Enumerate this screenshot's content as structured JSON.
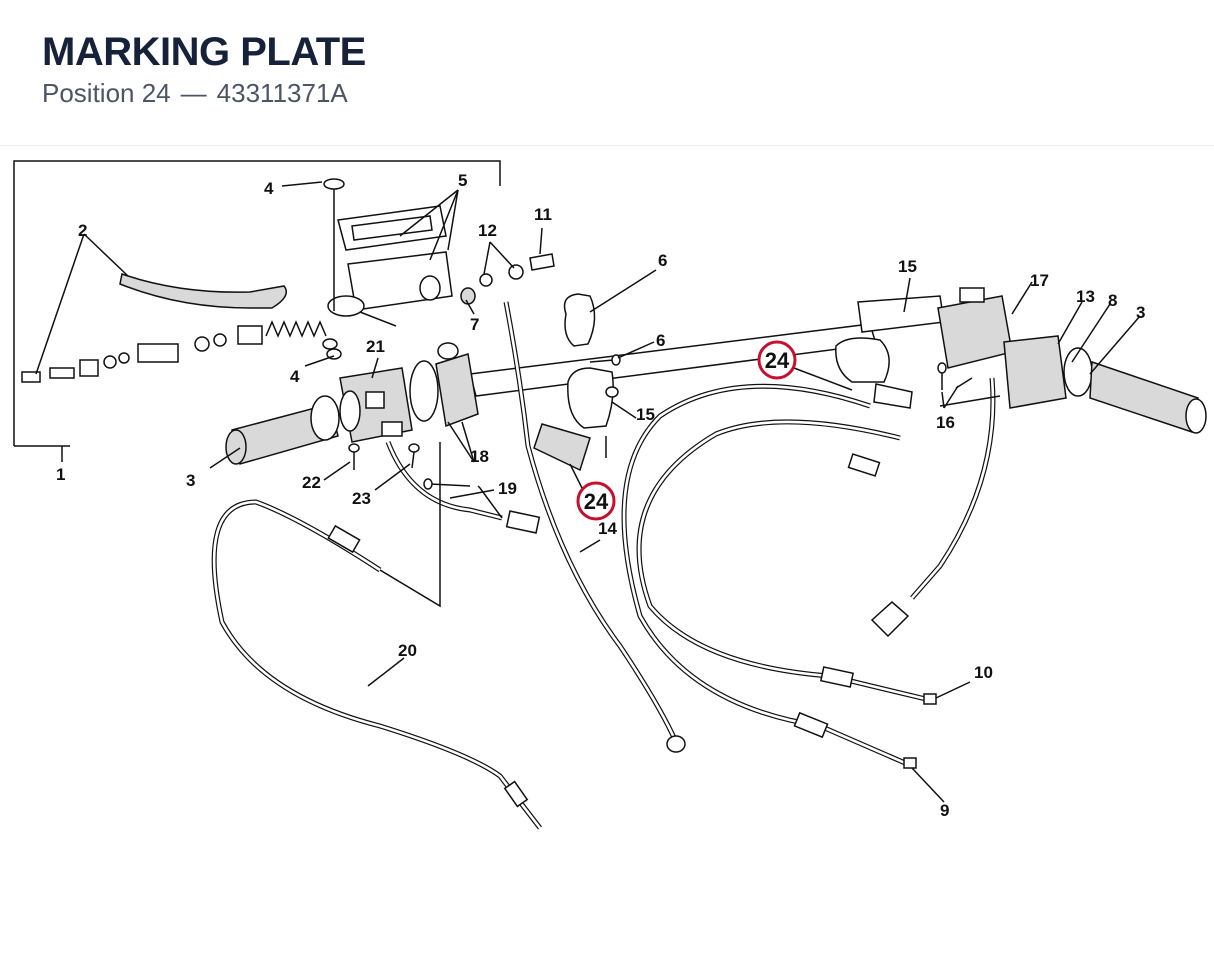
{
  "header": {
    "title": "MARKING PLATE",
    "position_label": "Position 24",
    "separator": "—",
    "part_number": "43311371A"
  },
  "diagram": {
    "highlight_color": "#c8102e",
    "highlighted": "24",
    "labels": {
      "l1": "1",
      "l2": "2",
      "l3a": "3",
      "l3b": "3",
      "l4a": "4",
      "l4b": "4",
      "l5": "5",
      "l6a": "6",
      "l6b": "6",
      "l7": "7",
      "l8": "8",
      "l9": "9",
      "l10": "10",
      "l11": "11",
      "l12": "12",
      "l13": "13",
      "l14": "14",
      "l15a": "15",
      "l15b": "15",
      "l16": "16",
      "l17": "17",
      "l18": "18",
      "l19": "19",
      "l20": "20",
      "l21": "21",
      "l22": "22",
      "l23": "23",
      "l24a": "24",
      "l24b": "24"
    }
  }
}
